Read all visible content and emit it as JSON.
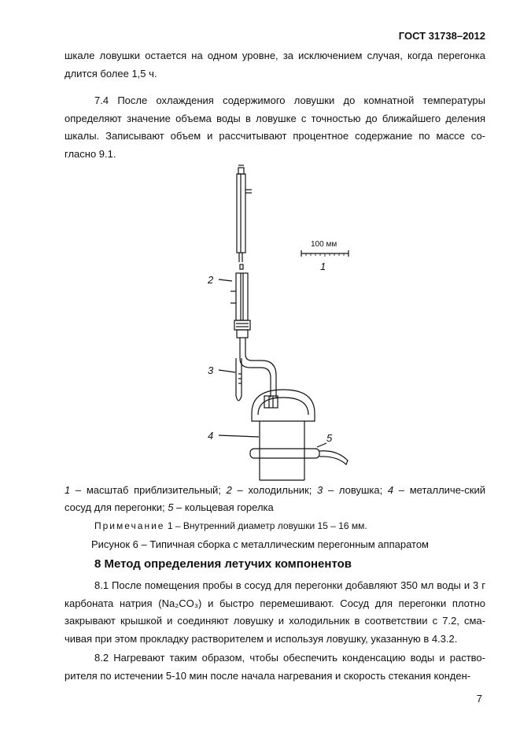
{
  "header": {
    "standard": "ГОСТ 31738–2012"
  },
  "paragraphs": {
    "p1_line1": "шкале ловушки остается на одном уровне, за исключением случая, когда перегонка",
    "p1_line2": "длится более 1,5 ч.",
    "p2": "7.4 После охлаждения содержимого ловушки до комнатной температуры определяют значение объема воды в ловушке с точностью до ближайшего деления шкалы. Записывают объем и рассчитывают процентное содержание по массе со-гласно 9.1."
  },
  "figure": {
    "scale_label": "100 мм",
    "labels": [
      "1",
      "2",
      "3",
      "4",
      "5"
    ],
    "caption_items": [
      {
        "num": "1",
        "text": " – масштаб приблизительный; "
      },
      {
        "num": "2",
        "text": " – холодильник; "
      },
      {
        "num": "3",
        "text": " – ловушка; "
      },
      {
        "num": "4",
        "text": " – металличе-ский сосуд для перегонки; "
      },
      {
        "num": "5",
        "text": " – кольцевая горелка"
      }
    ],
    "note_label": "Примечание",
    "note_text": "1 – Внутренний диаметр ловушки 15 – 16 мм.",
    "title": "Рисунок 6 – Типичная сборка с металлическим перегонным аппаратом"
  },
  "section": {
    "heading": "8 Метод определения летучих компонентов",
    "p81": "8.1 После помещения пробы в сосуд для перегонки добавляют 350 мл воды и 3 г карбоната натрия (Na₂CO₃) и быстро перемешивают. Сосуд для перегонки плотно закрывают крышкой и соединяют ловушку и холодильник в соответствии с 7.2, сма-чивая при этом прокладку растворителем и используя ловушку, указанную в 4.3.2.",
    "p82": "8.2 Нагревают таким образом, чтобы обеспечить конденсацию воды и раство-рителя по истечении 5-10 мин после начала нагревания и скорость стекания конден-"
  },
  "footer": {
    "page_number": "7"
  }
}
